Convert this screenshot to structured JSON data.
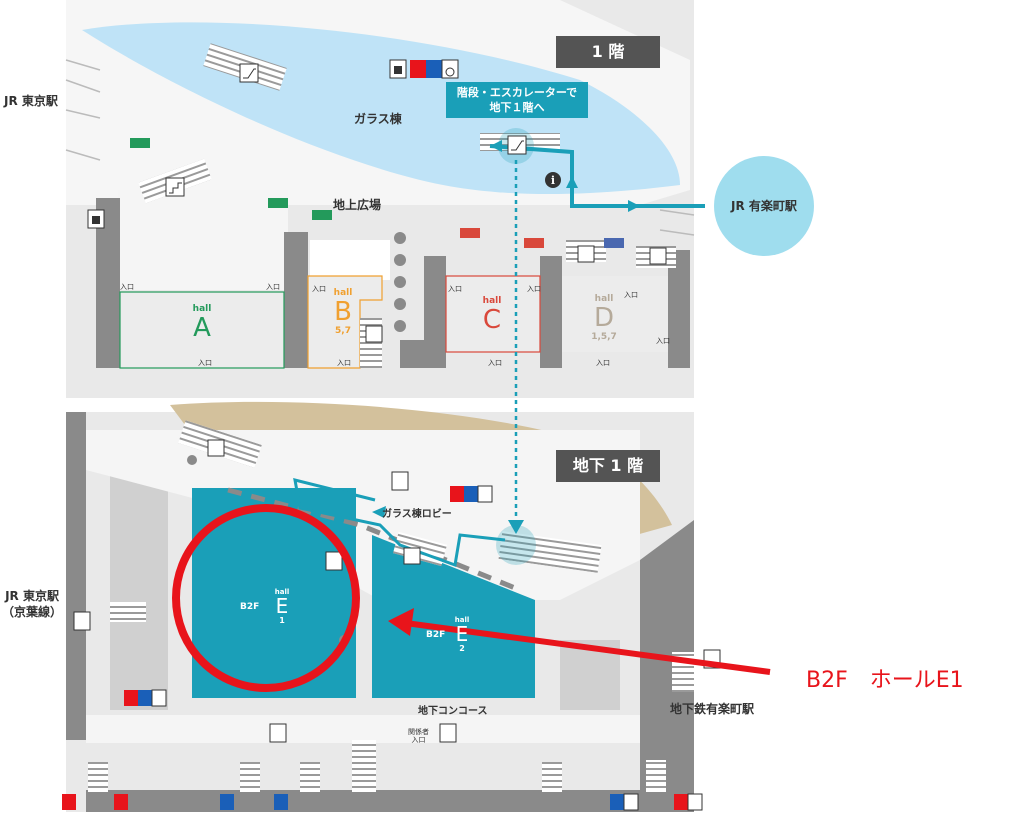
{
  "floors": {
    "ground": {
      "label": "1 階"
    },
    "basement": {
      "label": "地下 1 階"
    }
  },
  "labels": {
    "jr_tokyo_top": "JR 東京駅",
    "jr_tokyo_bottom_line1": "JR 東京駅",
    "jr_tokyo_bottom_line2": "（京葉線）",
    "jr_yurakucho": "JR 有楽町駅",
    "glass_building": "ガラス棟",
    "ground_plaza": "地上広場",
    "glass_lobby": "ガラス棟ロビー",
    "underground_concourse": "地下コンコース",
    "subway_yurakucho": "地下鉄有楽町駅",
    "staff_entrance_line1": "関係者",
    "staff_entrance_line2": "入口",
    "entrance": "入口",
    "callout_line1": "階段・エスカレーターで",
    "callout_line2": "地下１階へ",
    "annotation": "B2F　ホールE1"
  },
  "halls": [
    {
      "id": "A",
      "hall": "hall",
      "letter": "A",
      "floors": ""
    },
    {
      "id": "B",
      "hall": "hall",
      "letter": "B",
      "floors": "5,7"
    },
    {
      "id": "C",
      "hall": "hall",
      "letter": "C",
      "floors": ""
    },
    {
      "id": "D",
      "hall": "hall",
      "letter": "D",
      "floors": "1,5,7"
    },
    {
      "id": "E1",
      "prefix": "B2F",
      "hall": "hall",
      "letter": "E",
      "floors": "1"
    },
    {
      "id": "E2",
      "prefix": "B2F",
      "hall": "hall",
      "letter": "E",
      "floors": "2"
    }
  ],
  "colors": {
    "hall_a": "#239a5b",
    "hall_b": "#f0a030",
    "hall_c": "#d9483b",
    "hall_d": "#b5aa9a",
    "hall_e": "#1a9fb8",
    "route": "#1a9fb8",
    "glass_area": "#bfe3f7",
    "station_circle": "#9fddee",
    "highlight": "#e8141b",
    "wall": "#8a8a8a",
    "floor_bg": "#e9e9e9",
    "earth": "#d3c19c"
  },
  "icons": [
    "escalator-icon",
    "stairs-icon",
    "elevator-icon",
    "restroom-icon",
    "wheelchair-icon",
    "information-icon"
  ]
}
